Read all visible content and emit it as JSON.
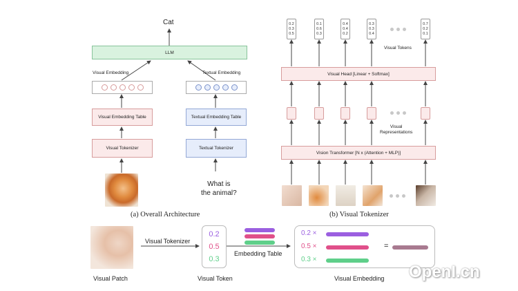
{
  "panel_a": {
    "output": "Cat",
    "llm": "LLM",
    "visual_embedding": "Visual Embedding",
    "textual_embedding": "Textual Embedding",
    "visual_embedding_table": "Visual Embedding Table",
    "textual_embedding_table": "Textual Embedding Table",
    "visual_tokenizer": "Visual Tokenizer",
    "textual_tokenizer": "Textual Tokenizer",
    "question": "What is\nthe animal?",
    "caption": "(a) Overall Architecture"
  },
  "panel_b": {
    "tokens": [
      [
        "0.2",
        "0.3",
        "0.5"
      ],
      [
        "0.1",
        "0.6",
        "0.3"
      ],
      [
        "0.4",
        "0.4",
        "0.2"
      ],
      [
        "0.3",
        "0.3",
        "0.4"
      ],
      [
        "0.7",
        "0.2",
        "0.1"
      ]
    ],
    "visual_tokens": "Visual Tokens",
    "visual_head": "Visual Head [Linear + Softmax]",
    "visual_representations": "Visual\nRepresentations",
    "vision_transformer": "Vision Transformer [N x (Attention + MLP)]",
    "caption": "(b) Visual Tokenizer"
  },
  "panel_c": {
    "visual_patch": "Visual Patch",
    "visual_tokenizer": "Visual Tokenizer",
    "token_values": [
      "0.2",
      "0.5",
      "0.3"
    ],
    "visual_token": "Visual Token",
    "embedding_table": "Embedding Table",
    "weights": [
      "0.2 ×",
      "0.5 ×",
      "0.3 ×"
    ],
    "equals": "=",
    "visual_embedding": "Visual Embedding"
  },
  "colors": {
    "purple": "#9b5fe0",
    "magenta": "#e0508a",
    "green": "#5fcf8a",
    "result": "#a87a90"
  },
  "watermark": "OpenI.cn"
}
